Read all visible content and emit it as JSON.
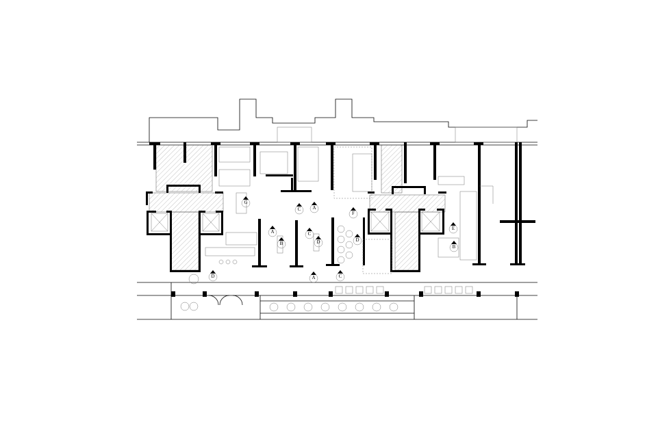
{
  "drawing": {
    "type": "architectural-floor-plan",
    "background": "#ffffff",
    "line_color": "#000000"
  },
  "section_markers": [
    {
      "letter": "G"
    },
    {
      "letter": "C"
    },
    {
      "letter": "A"
    },
    {
      "letter": "F"
    },
    {
      "letter": "A"
    },
    {
      "letter": "B"
    },
    {
      "letter": "C"
    },
    {
      "letter": "D"
    },
    {
      "letter": "D"
    },
    {
      "letter": "E"
    },
    {
      "letter": "B"
    },
    {
      "letter": "C"
    },
    {
      "letter": "A"
    },
    {
      "letter": "D"
    }
  ]
}
